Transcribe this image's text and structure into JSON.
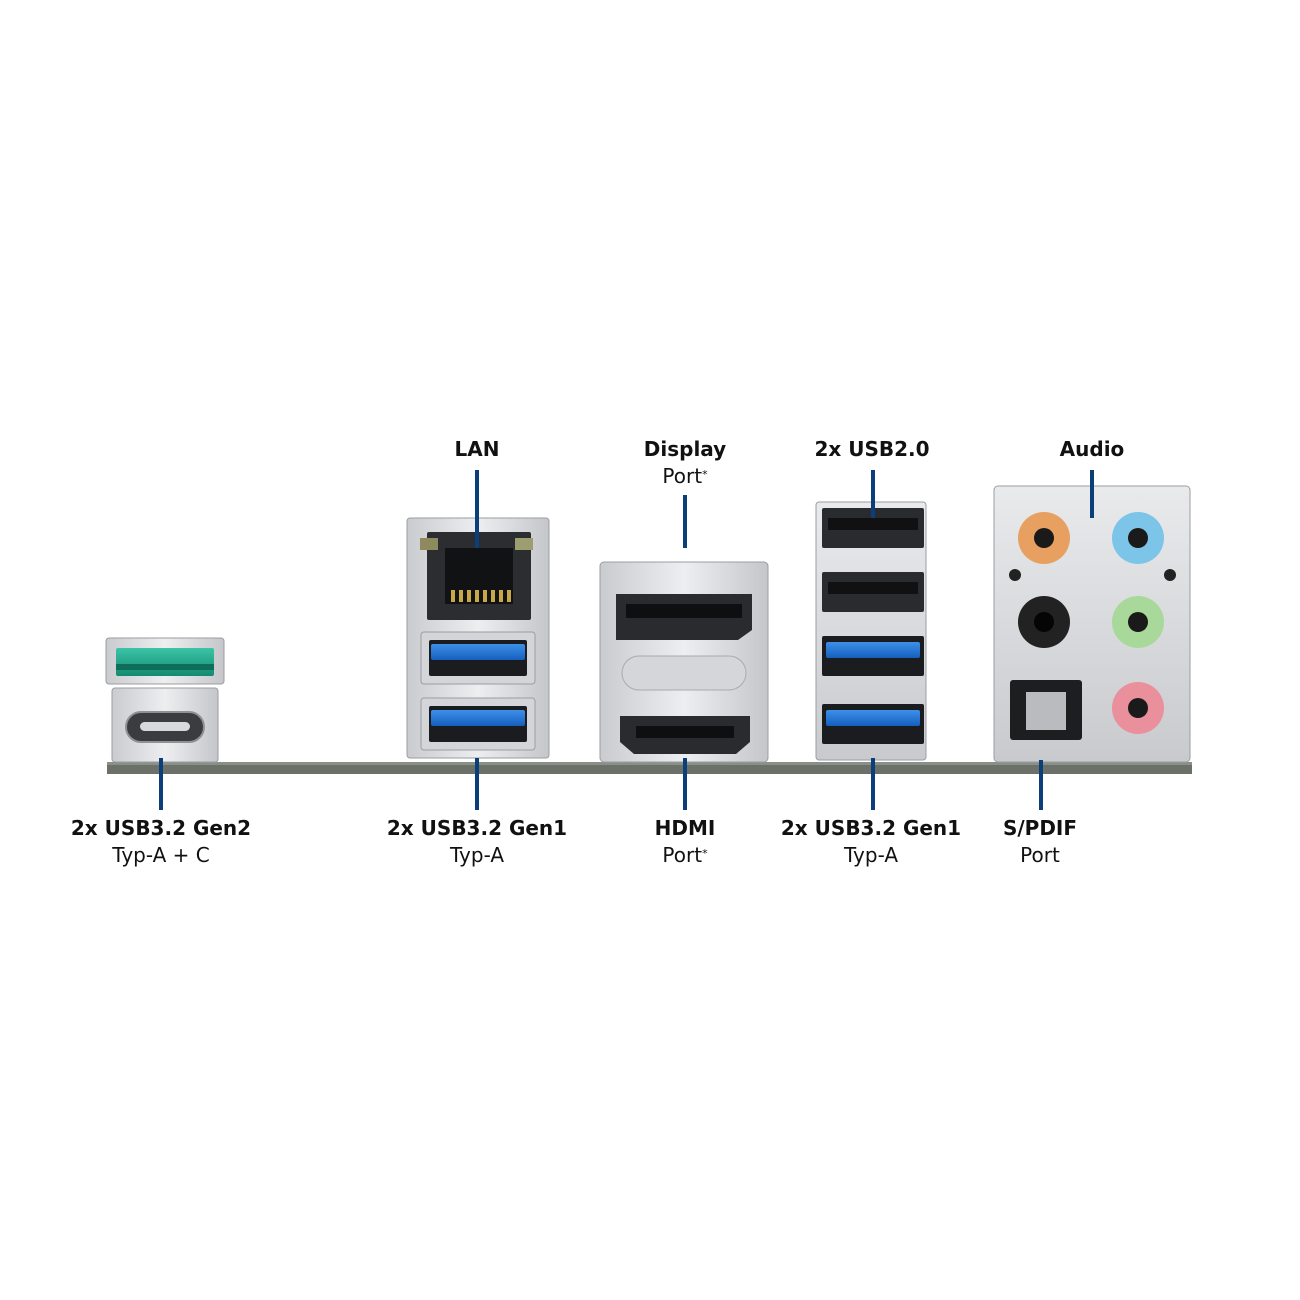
{
  "labels": {
    "lan": {
      "title": "LAN"
    },
    "displayport": {
      "title": "Display",
      "sub": "Port",
      "mark": "*"
    },
    "usb20": {
      "title": "2x USB2.0"
    },
    "audio": {
      "title": "Audio"
    },
    "usb32gen2": {
      "title": "2x USB3.2 Gen2",
      "sub": "Typ-A + C"
    },
    "usb32gen1_left": {
      "title": "2x USB3.2 Gen1",
      "sub": "Typ-A"
    },
    "hdmi": {
      "title": "HDMI",
      "sub": "Port",
      "mark": "*"
    },
    "usb32gen1_right": {
      "title": "2x USB3.2 Gen1",
      "sub": "Typ-A"
    },
    "spdif": {
      "title": "S/PDIF",
      "sub": "Port"
    }
  },
  "colors": {
    "leader": "#0b3f7a",
    "usb3_blue": "#1f6fd1",
    "usb_gen2_teal": "#1aa58a",
    "audio_orange": "#e8a060",
    "audio_blue": "#7cc4e8",
    "audio_black": "#222222",
    "audio_green": "#a8d89a",
    "audio_pink": "#ea8f9c"
  }
}
